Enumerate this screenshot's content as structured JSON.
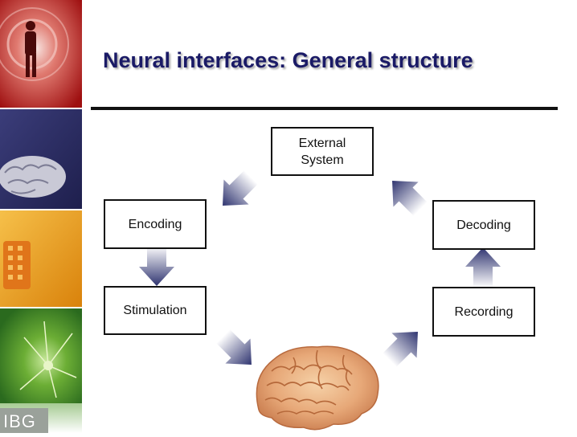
{
  "slide": {
    "title": "Neural interfaces: General structure",
    "logo_text": "IBG"
  },
  "diagram": {
    "nodes": {
      "external_system": "External\nSystem",
      "encoding": "Encoding",
      "stimulation": "Stimulation",
      "decoding": "Decoding",
      "recording": "Recording"
    },
    "brain_icon": "brain-icon"
  },
  "colors": {
    "title": "#1a1a66",
    "arrow": "#3a3f78",
    "sidebar_red": "#b51818",
    "sidebar_navy": "#2a2c60",
    "sidebar_orange": "#e59a12",
    "sidebar_green": "#3c8a2a"
  }
}
